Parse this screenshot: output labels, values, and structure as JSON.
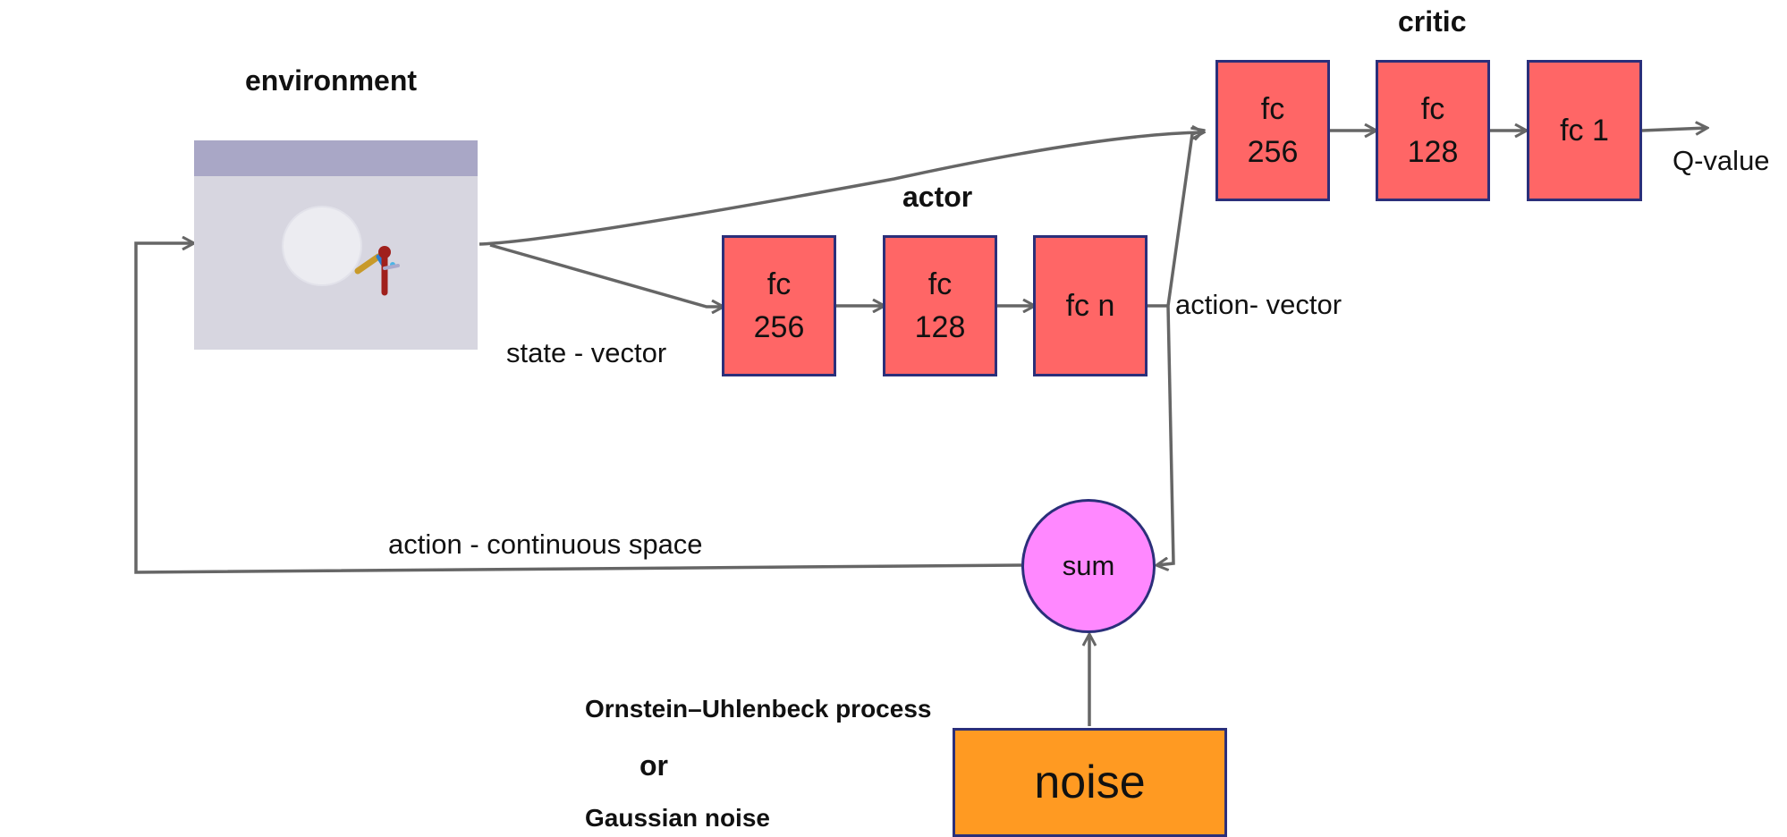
{
  "labels": {
    "environment": "environment",
    "actor": "actor",
    "critic": "critic",
    "state_vector": "state - vector",
    "action_vector": "action- vector",
    "q_value": "Q-value",
    "action_continuous": "action - continuous space",
    "ou_process": "Ornstein–Uhlenbeck process",
    "or": "or",
    "gaussian_noise": "Gaussian noise"
  },
  "actor_layers": [
    {
      "line1": "fc",
      "line2": "256"
    },
    {
      "line1": "fc",
      "line2": "128"
    },
    {
      "line1": "fc n",
      "line2": ""
    }
  ],
  "critic_layers": [
    {
      "line1": "fc",
      "line2": "256"
    },
    {
      "line1": "fc",
      "line2": "128"
    },
    {
      "line1": "fc 1",
      "line2": ""
    }
  ],
  "sum_label": "sum",
  "noise_label": "noise",
  "colors": {
    "layer_fill": "#ff6666",
    "border": "#2b2f7a",
    "sum_fill": "#ff88ff",
    "noise_fill": "#ff9a22",
    "arrow": "#666666"
  }
}
